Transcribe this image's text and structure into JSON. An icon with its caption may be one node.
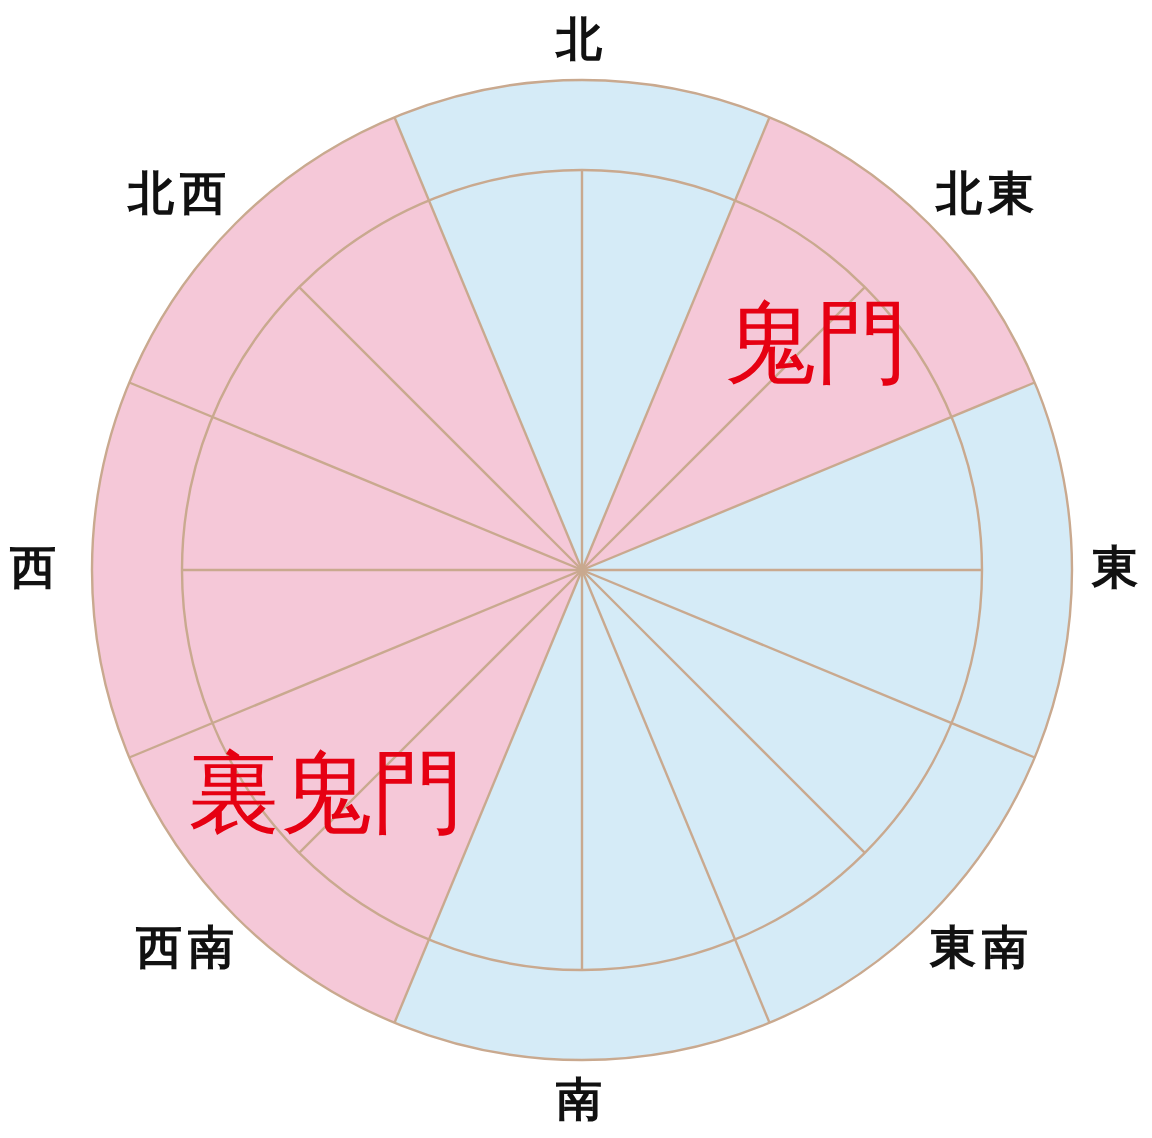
{
  "diagram": {
    "nodes": [
      {
        "text": [
          "北"
        ]
      },
      {
        "text": [
          "北東",
          "鬼門"
        ]
      },
      {
        "text": [
          "東"
        ]
      },
      {
        "text": [
          "東南"
        ]
      },
      {
        "text": [
          "南"
        ]
      },
      {
        "text": [
          "裏鬼門",
          "西南"
        ]
      },
      {
        "text": [
          "西"
        ]
      },
      {
        "text": [
          "北西"
        ]
      }
    ]
  }
}
